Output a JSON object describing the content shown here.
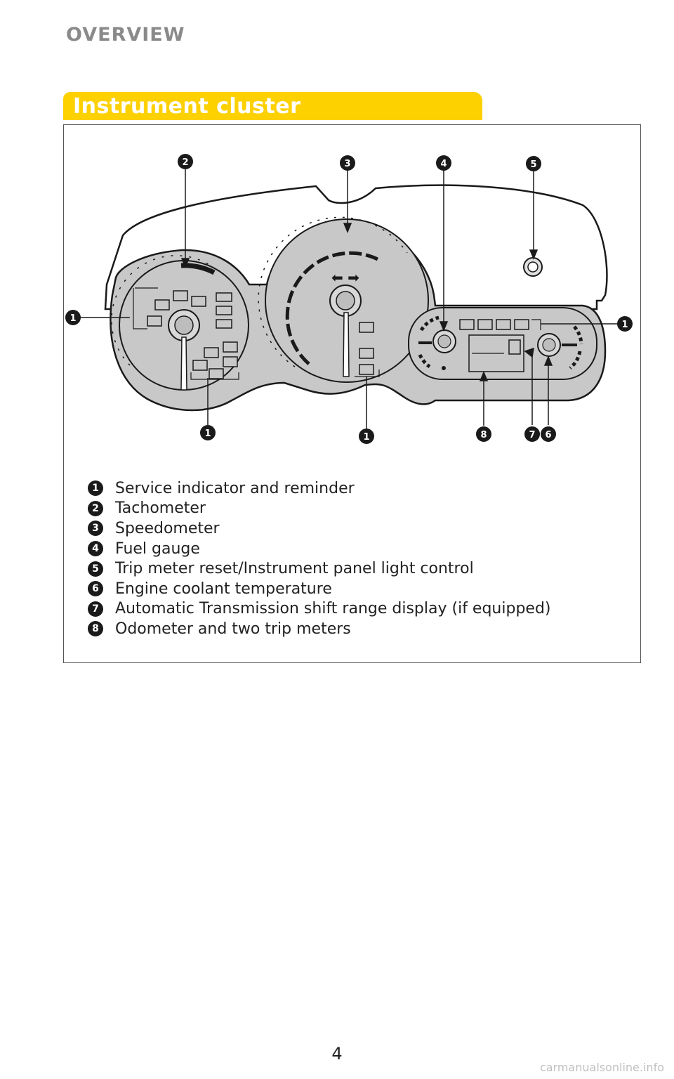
{
  "header": {
    "section": "OVERVIEW"
  },
  "banner": {
    "title": "Instrument cluster"
  },
  "legend": [
    {
      "num": "1",
      "label": "Service indicator and reminder"
    },
    {
      "num": "2",
      "label": "Tachometer"
    },
    {
      "num": "3",
      "label": "Speedometer"
    },
    {
      "num": "4",
      "label": "Fuel gauge"
    },
    {
      "num": "5",
      "label": "Trip meter reset/Instrument panel light control"
    },
    {
      "num": "6",
      "label": "Engine coolant temperature"
    },
    {
      "num": "7",
      "label": "Automatic Transmission shift range display (if equipped)"
    },
    {
      "num": "8",
      "label": "Odometer and two trip meters"
    }
  ],
  "callouts": {
    "c1": "1",
    "c2": "2",
    "c3": "3",
    "c4": "4",
    "c5": "5",
    "c6": "6",
    "c7": "7",
    "c8": "8"
  },
  "footer": {
    "page": "4",
    "watermark": "carmanualsonline.info"
  },
  "colors": {
    "banner": "#fdd000",
    "panel": "#c8c8c8",
    "outline": "#1a1a1a"
  }
}
